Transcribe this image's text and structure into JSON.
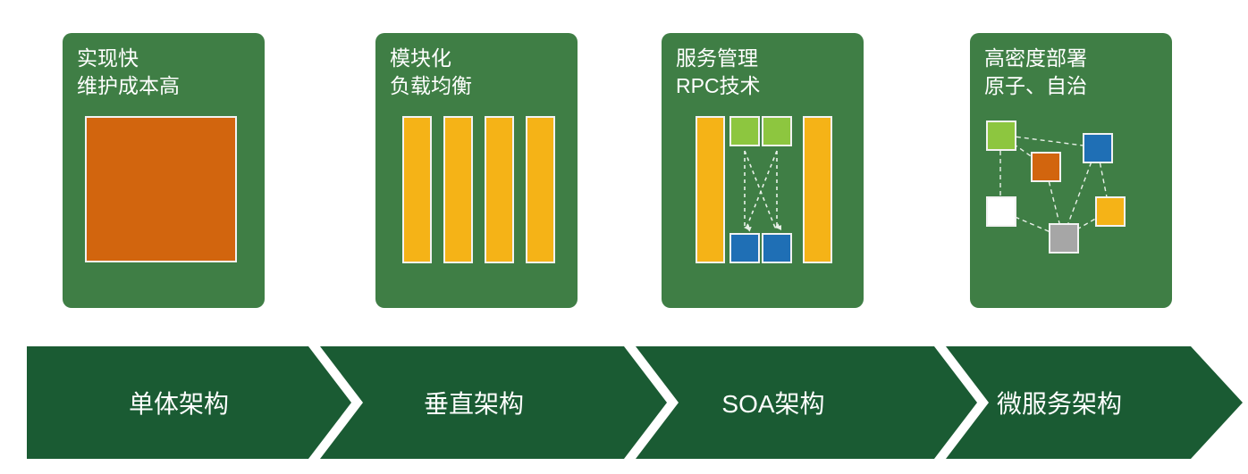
{
  "cards": [
    {
      "caption_line1": "实现快",
      "caption_line2": "维护成本高"
    },
    {
      "caption_line1": "模块化",
      "caption_line2": "负载均衡"
    },
    {
      "caption_line1": "服务管理",
      "caption_line2": "RPC技术"
    },
    {
      "caption_line1": "高密度部署",
      "caption_line2": "原子、自治"
    }
  ],
  "process_steps": [
    {
      "label": "单体架构"
    },
    {
      "label": "垂直架构"
    },
    {
      "label": "SOA架构"
    },
    {
      "label": "微服务架构"
    }
  ],
  "colors": {
    "card_green": "#3F7E45",
    "band_green": "#1A5B33",
    "orange": "#D2650E",
    "yellow": "#F5B317",
    "light_green": "#8DC63F",
    "blue": "#1F6FB5",
    "gray": "#A6A6A6",
    "node_white": "#FFFFFF",
    "dash_line": "#E3EDE4"
  }
}
